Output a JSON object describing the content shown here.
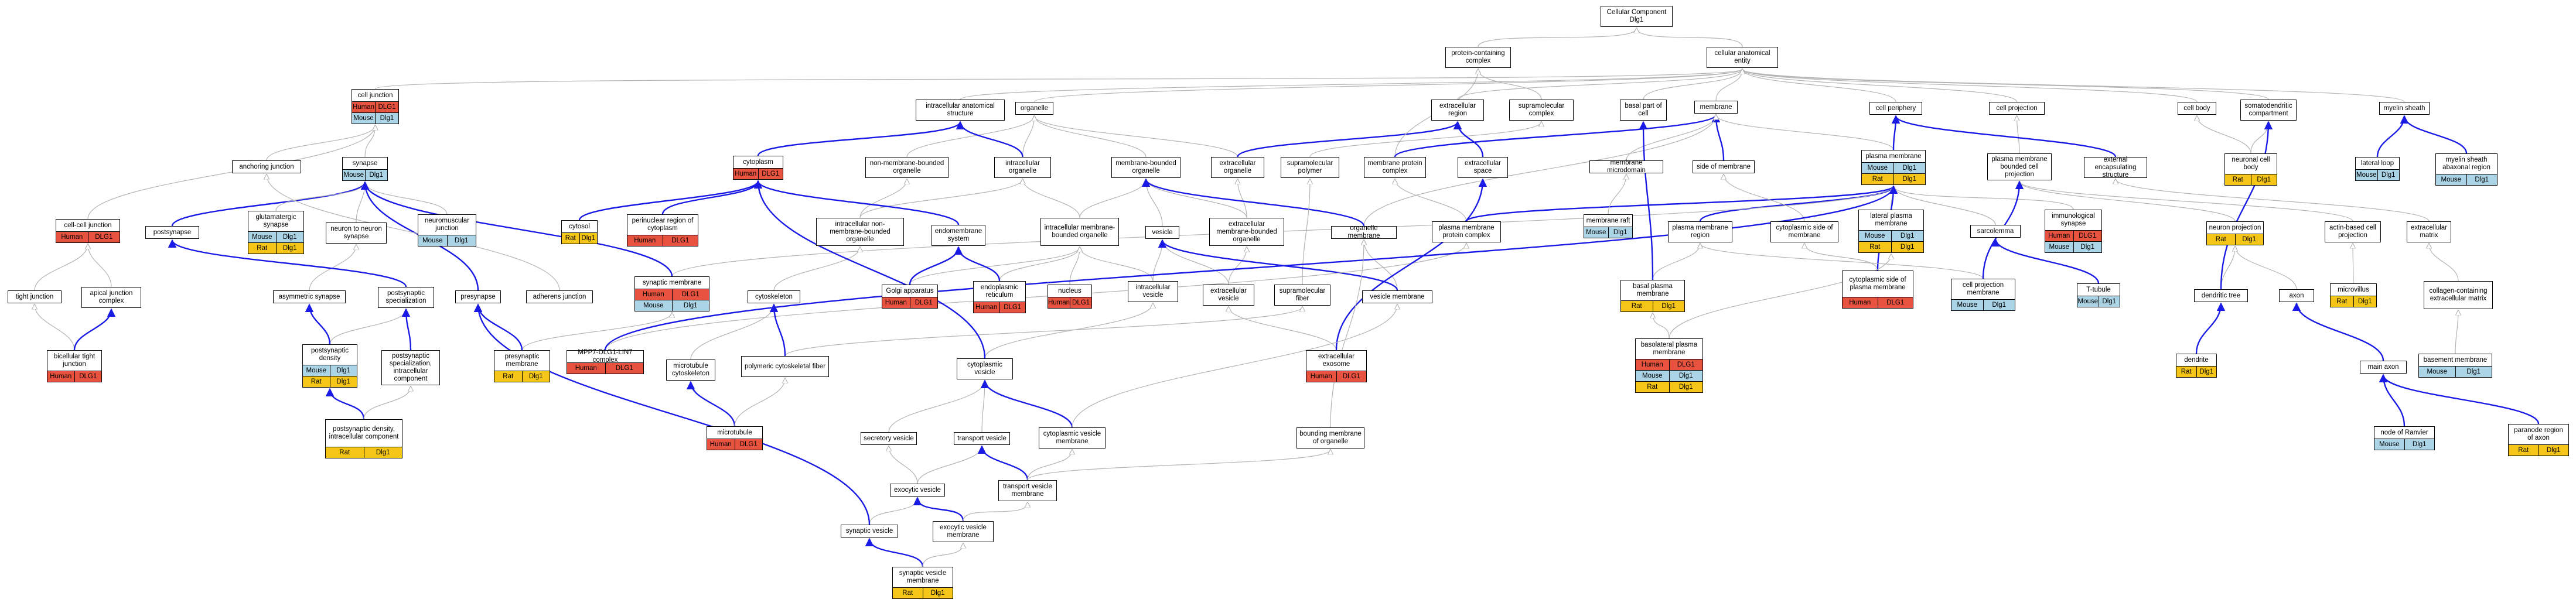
{
  "colors": {
    "human": "#e8533f",
    "mouse": "#abd4e6",
    "rat": "#f5c518",
    "edge_is_a": "#b3b3b3",
    "edge_part_of": "#1a1ae6",
    "node_border": "#000000"
  },
  "species": {
    "human": "Human",
    "mouse": "Mouse",
    "rat": "Rat",
    "gene_human": "DLG1",
    "gene_other": "Dlg1"
  },
  "nodes": {
    "root": {
      "line1": "Cellular Component",
      "line2": "Dlg1"
    },
    "protein_containing_complex": {
      "label": "protein-containing complex"
    },
    "cellular_anatomical_entity": {
      "label": "cellular anatomical entity"
    },
    "cell_junction": {
      "label": "cell junction"
    },
    "anchoring_junction": {
      "label": "anchoring junction"
    },
    "synapse": {
      "label": "synapse"
    },
    "intracellular_anatomical_structure": {
      "label": "intracellular anatomical structure"
    },
    "organelle": {
      "label": "organelle"
    },
    "cytoplasm": {
      "label": "cytoplasm"
    },
    "non_membrane_bounded_organelle": {
      "label": "non-membrane-bounded organelle"
    },
    "intracellular_organelle": {
      "label": "intracellular organelle"
    },
    "extracellular_region": {
      "label": "extracellular region"
    },
    "supramolecular_complex": {
      "label": "supramolecular complex"
    },
    "basal_part_of_cell": {
      "label": "basal part of cell"
    },
    "membrane": {
      "label": "membrane"
    },
    "cell_periphery": {
      "label": "cell periphery"
    },
    "cell_projection": {
      "label": "cell projection"
    },
    "cell_body": {
      "label": "cell body"
    },
    "somatodendritic_compartment": {
      "label": "somatodendritic compartment"
    },
    "myelin_sheath": {
      "label": "myelin sheath"
    },
    "membrane_bounded_organelle": {
      "label": "membrane-bounded organelle"
    },
    "extracellular_organelle": {
      "label": "extracellular organelle"
    },
    "supramolecular_polymer": {
      "label": "supramolecular polymer"
    },
    "membrane_protein_complex": {
      "label": "membrane protein complex"
    },
    "extracellular_space": {
      "label": "extracellular space"
    },
    "membrane_microdomain": {
      "label": "membrane microdomain"
    },
    "side_of_membrane": {
      "label": "side of membrane"
    },
    "plasma_membrane": {
      "label": "plasma membrane"
    },
    "plasma_membrane_bounded_cell_projection": {
      "label": "plasma membrane bounded cell projection"
    },
    "external_encapsulating_structure": {
      "label": "external encapsulating structure"
    },
    "neuronal_cell_body": {
      "label": "neuronal cell body"
    },
    "lateral_loop": {
      "label": "lateral loop"
    },
    "myelin_sheath_abaxonal_region": {
      "label": "myelin sheath abaxonal region"
    },
    "cell_cell_junction": {
      "label": "cell-cell junction"
    },
    "postsynapse": {
      "label": "postsynapse"
    },
    "glutamatergic_synapse": {
      "label": "glutamatergic synapse"
    },
    "neuron_to_neuron_synapse": {
      "label": "neuron to neuron synapse"
    },
    "neuromuscular_junction": {
      "label": "neuromuscular junction"
    },
    "cytosol": {
      "label": "cytosol"
    },
    "perinuclear_region": {
      "label": "perinuclear region of cytoplasm"
    },
    "intracellular_non_membrane_bounded_organelle": {
      "label": "intracellular non-membrane-bounded organelle"
    },
    "endomembrane_system": {
      "label": "endomembrane system"
    },
    "intracellular_membrane_bounded_organelle": {
      "label": "intracellular membrane-bounded organelle"
    },
    "vesicle": {
      "label": "vesicle"
    },
    "extracellular_membrane_bounded_organelle": {
      "label": "extracellular membrane-bounded organelle"
    },
    "organelle_membrane": {
      "label": "organelle membrane"
    },
    "plasma_membrane_protein_complex": {
      "label": "plasma membrane protein complex"
    },
    "membrane_raft": {
      "label": "membrane raft"
    },
    "plasma_membrane_region": {
      "label": "plasma membrane region"
    },
    "cytoplasmic_side_of_membrane": {
      "label": "cytoplasmic side of membrane"
    },
    "lateral_plasma_membrane": {
      "label": "lateral plasma membrane"
    },
    "sarcolemma": {
      "label": "sarcolemma"
    },
    "immunological_synapse": {
      "label": "immunological synapse"
    },
    "neuron_projection": {
      "label": "neuron projection"
    },
    "actin_based_cell_projection": {
      "label": "actin-based cell projection"
    },
    "extracellular_matrix": {
      "label": "extracellular matrix"
    },
    "tight_junction": {
      "label": "tight junction"
    },
    "apical_junction_complex": {
      "label": "apical junction complex"
    },
    "asymmetric_synapse": {
      "label": "asymmetric synapse"
    },
    "postsynaptic_specialization": {
      "label": "postsynaptic specialization"
    },
    "presynapse": {
      "label": "presynapse"
    },
    "adherens_junction": {
      "label": "adherens junction"
    },
    "synaptic_membrane": {
      "label": "synaptic membrane"
    },
    "cytoskeleton": {
      "label": "cytoskeleton"
    },
    "golgi_apparatus": {
      "label": "Golgi apparatus"
    },
    "endoplasmic_reticulum": {
      "label": "endoplasmic reticulum"
    },
    "nucleus": {
      "label": "nucleus"
    },
    "intracellular_vesicle": {
      "label": "intracellular vesicle"
    },
    "extracellular_vesicle": {
      "label": "extracellular vesicle"
    },
    "supramolecular_fiber": {
      "label": "supramolecular fiber"
    },
    "vesicle_membrane": {
      "label": "vesicle membrane"
    },
    "basal_plasma_membrane": {
      "label": "basal plasma membrane"
    },
    "cytoplasmic_side_of_plasma_membrane": {
      "label": "cytoplasmic side of plasma membrane"
    },
    "cell_projection_membrane": {
      "label": "cell projection membrane"
    },
    "t_tubule": {
      "label": "T-tubule"
    },
    "dendritic_tree": {
      "label": "dendritic tree"
    },
    "axon": {
      "label": "axon"
    },
    "microvillus": {
      "label": "microvillus"
    },
    "collagen_containing_extracellular_matrix": {
      "label": "collagen-containing extracellular matrix"
    },
    "bicellular_tight_junction": {
      "label": "bicellular tight junction"
    },
    "postsynaptic_density": {
      "label": "postsynaptic density"
    },
    "postsynaptic_specialization_intracellular_component": {
      "label": "postsynaptic specialization, intracellular component"
    },
    "presynaptic_membrane": {
      "label": "presynaptic membrane"
    },
    "mpp7_complex": {
      "label": "MPP7-DLG1-LIN7 complex"
    },
    "microtubule_cytoskeleton": {
      "label": "microtubule cytoskeleton"
    },
    "polymeric_cytoskeletal_fiber": {
      "label": "polymeric cytoskeletal fiber"
    },
    "cytoplasmic_vesicle": {
      "label": "cytoplasmic vesicle"
    },
    "extracellular_exosome": {
      "label": "extracellular exosome"
    },
    "basolateral_plasma_membrane": {
      "label": "basolateral plasma membrane"
    },
    "dendrite": {
      "label": "dendrite"
    },
    "main_axon": {
      "label": "main axon"
    },
    "basement_membrane": {
      "label": "basement membrane"
    },
    "postsynaptic_density_intracellular_component": {
      "label": "postsynaptic density, intracellular component"
    },
    "microtubule": {
      "label": "microtubule"
    },
    "secretory_vesicle": {
      "label": "secretory vesicle"
    },
    "transport_vesicle": {
      "label": "transport vesicle"
    },
    "cytoplasmic_vesicle_membrane": {
      "label": "cytoplasmic vesicle membrane"
    },
    "bounding_membrane_of_organelle": {
      "label": "bounding membrane of organelle"
    },
    "exocytic_vesicle": {
      "label": "exocytic vesicle"
    },
    "transport_vesicle_membrane": {
      "label": "transport vesicle membrane"
    },
    "synaptic_vesicle": {
      "label": "synaptic vesicle"
    },
    "exocytic_vesicle_membrane": {
      "label": "exocytic vesicle membrane"
    },
    "node_of_ranvier": {
      "label": "node of Ranvier"
    },
    "paranode_region_of_axon": {
      "label": "paranode region of axon"
    },
    "synaptic_vesicle_membrane": {
      "label": "synaptic vesicle membrane"
    }
  }
}
